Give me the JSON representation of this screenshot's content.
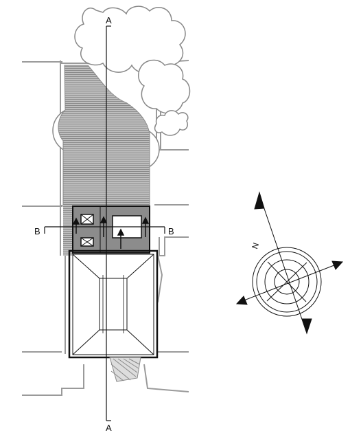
{
  "labels": {
    "section_a_top": "A",
    "section_a_bottom": "A",
    "section_b_left": "B",
    "section_b_right": "B",
    "north": "N"
  },
  "colors": {
    "paving": "#8c8c8c",
    "boundary": "#9a9a9a",
    "linework": "#111111",
    "background": "#ffffff"
  },
  "icons": {
    "compass": "north-compass-rose",
    "arrows": "drive-direction-arrows"
  }
}
